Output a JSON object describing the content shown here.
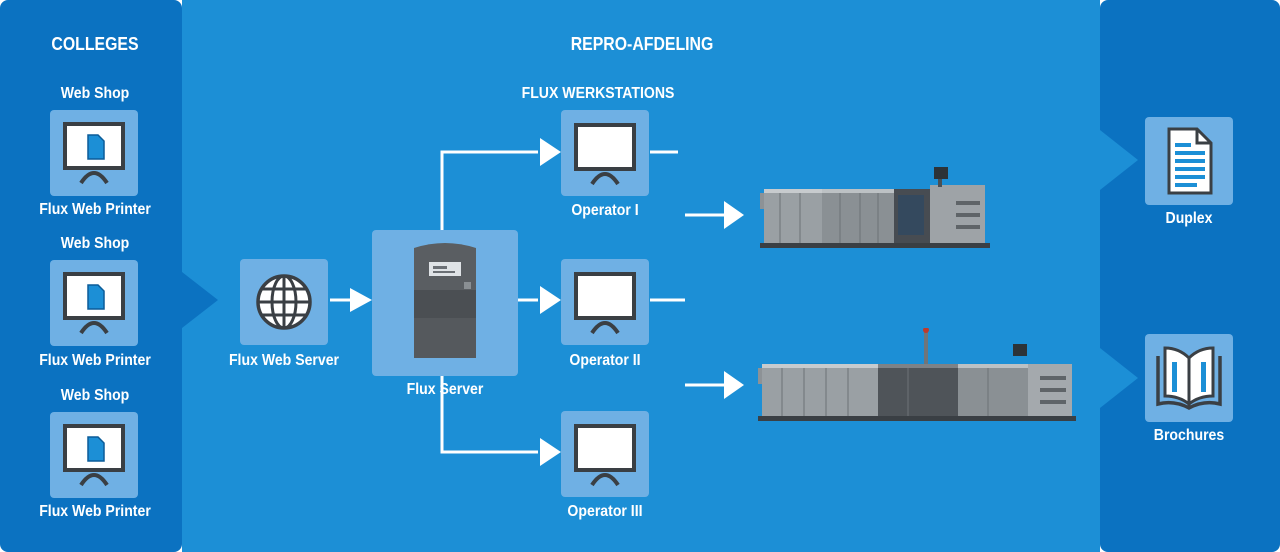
{
  "colors": {
    "left_panel": "#0b72c1",
    "middle_panel": "#1c8fd6",
    "right_panel": "#0b72c1",
    "tile": "#6fb0e4",
    "text": "#ffffff",
    "icon_dark": "#3a3f44"
  },
  "left": {
    "title": "COLLEGES",
    "groups": [
      {
        "top": "Web Shop",
        "bottom": "Flux Web Printer",
        "icon": "monitor-document-icon"
      },
      {
        "top": "Web Shop",
        "bottom": "Flux Web Printer",
        "icon": "monitor-document-icon"
      },
      {
        "top": "Web Shop",
        "bottom": "Flux Web Printer",
        "icon": "monitor-document-icon"
      }
    ]
  },
  "middle": {
    "title": "REPRO-AFDELING",
    "web_server": {
      "label": "Flux Web Server",
      "icon": "globe-icon"
    },
    "server": {
      "label": "Flux Server",
      "icon": "server-tower-icon"
    },
    "workstations_title": "FLUX WERKSTATIONS",
    "operators": [
      {
        "label": "Operator I",
        "icon": "monitor-icon"
      },
      {
        "label": "Operator II",
        "icon": "monitor-icon"
      },
      {
        "label": "Operator III",
        "icon": "monitor-icon"
      }
    ],
    "printers": [
      {
        "icon": "production-printer-icon"
      },
      {
        "icon": "production-printer-long-icon"
      }
    ]
  },
  "right": {
    "outputs": [
      {
        "label": "Duplex",
        "icon": "document-icon"
      },
      {
        "label": "Brochures",
        "icon": "open-book-icon"
      }
    ]
  }
}
